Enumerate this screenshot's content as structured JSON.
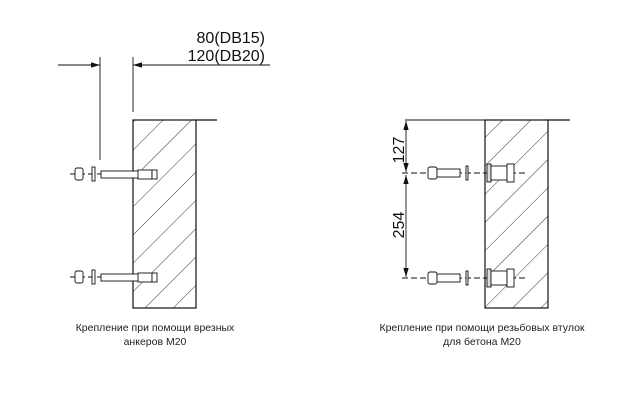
{
  "left": {
    "dimension_top": "80(DB15)",
    "dimension_bottom": "120(DB20)",
    "caption_line1": "Крепление при помощи врезных",
    "caption_line2": "анкеров M20"
  },
  "right": {
    "dimension_upper": "127",
    "dimension_lower": "254",
    "caption_line1": "Крепление при помощи резьбовых втулок",
    "caption_line2": "для бетона M20"
  }
}
